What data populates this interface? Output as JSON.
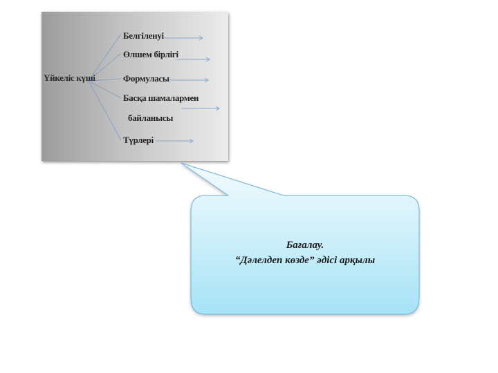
{
  "diagram": {
    "root": "Үйкеліс күші",
    "branches": [
      "Белгіленуі",
      "Өлшем бірлігі",
      "Формуласы",
      "Басқа шамалармен",
      "байланысы",
      "Түрлері"
    ]
  },
  "callout": {
    "line1": "Бағалау.",
    "line2": "“Дәлелдеп көзде” әдісі арқылы"
  }
}
